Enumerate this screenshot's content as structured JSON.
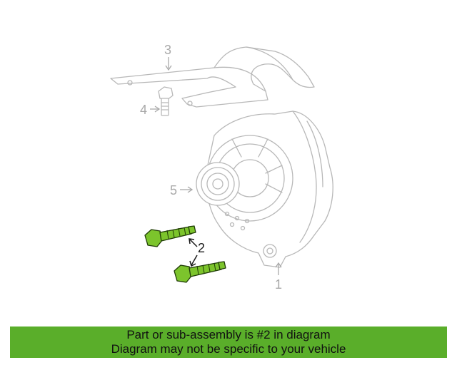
{
  "colors": {
    "highlight_part": "#7cc42c",
    "banner_background": "#5aae2a",
    "line_art": "#b8b8b8"
  },
  "diagram": {
    "callouts": [
      {
        "id": "3",
        "text": "3",
        "highlighted": false
      },
      {
        "id": "4",
        "text": "4",
        "highlighted": false
      },
      {
        "id": "5",
        "text": "5",
        "highlighted": false
      },
      {
        "id": "2",
        "text": "2",
        "highlighted": true
      },
      {
        "id": "1",
        "text": "1",
        "highlighted": false
      }
    ]
  },
  "banner": {
    "line1": "Part or sub-assembly is #2 in diagram",
    "line2": "Diagram may not be specific to your vehicle"
  }
}
